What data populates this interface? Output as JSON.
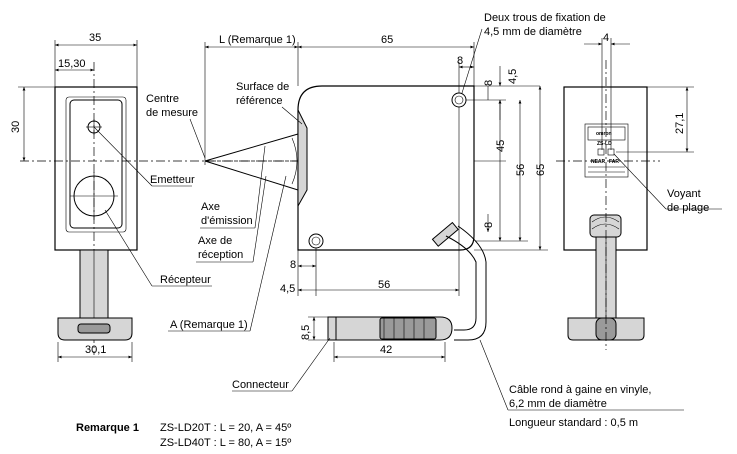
{
  "dimensions": {
    "front_width": "35",
    "front_offset": "15,30",
    "front_height": "30",
    "connector_width": "30,1",
    "l_note": "L (Remarque 1)",
    "side_length": "65",
    "hole_offset_top": "8",
    "hole_vert_top": "8",
    "hole_edge": "4,5",
    "height_45": "45",
    "height_56": "56",
    "height_65": "65",
    "hole_vert_bottom": "8",
    "hole_horiz_bottom": "8",
    "hole_edge_bottom": "4,5",
    "hole_spacing": "56",
    "plug_height": "8,5",
    "plug_length": "42",
    "back_offset": "4",
    "back_height": "27,1"
  },
  "labels": {
    "centre_line1": "Centre",
    "centre_line2": "de mesure",
    "surface_line1": "Surface de",
    "surface_line2": "référence",
    "holes_line1": "Deux trous de fixation de",
    "holes_line2": "4,5 mm de diamètre",
    "emetteur": "Emetteur",
    "axe_emission_line1": "Axe",
    "axe_emission_line2": "d'émission",
    "axe_reception_line1": "Axe de",
    "axe_reception_line2": "réception",
    "recepteur": "Récepteur",
    "a_note": "A  (Remarque 1)",
    "connecteur": "Connecteur",
    "voyant_line1": "Voyant",
    "voyant_line2": "de plage",
    "cable_line1": "Câble rond à gaine en vinyle,",
    "cable_line2": "6,2 mm de diamètre",
    "longueur": "Longueur standard : 0,5 m",
    "label_brand": "omron",
    "label_model": "ZS-LD",
    "label_led1": "NEAR",
    "label_led2": "FAR"
  },
  "note": {
    "title": "Remarque 1",
    "line1": "ZS-LD20T : L = 20, A = 45º",
    "line2": "ZS-LD40T : L = 80, A = 15º"
  }
}
